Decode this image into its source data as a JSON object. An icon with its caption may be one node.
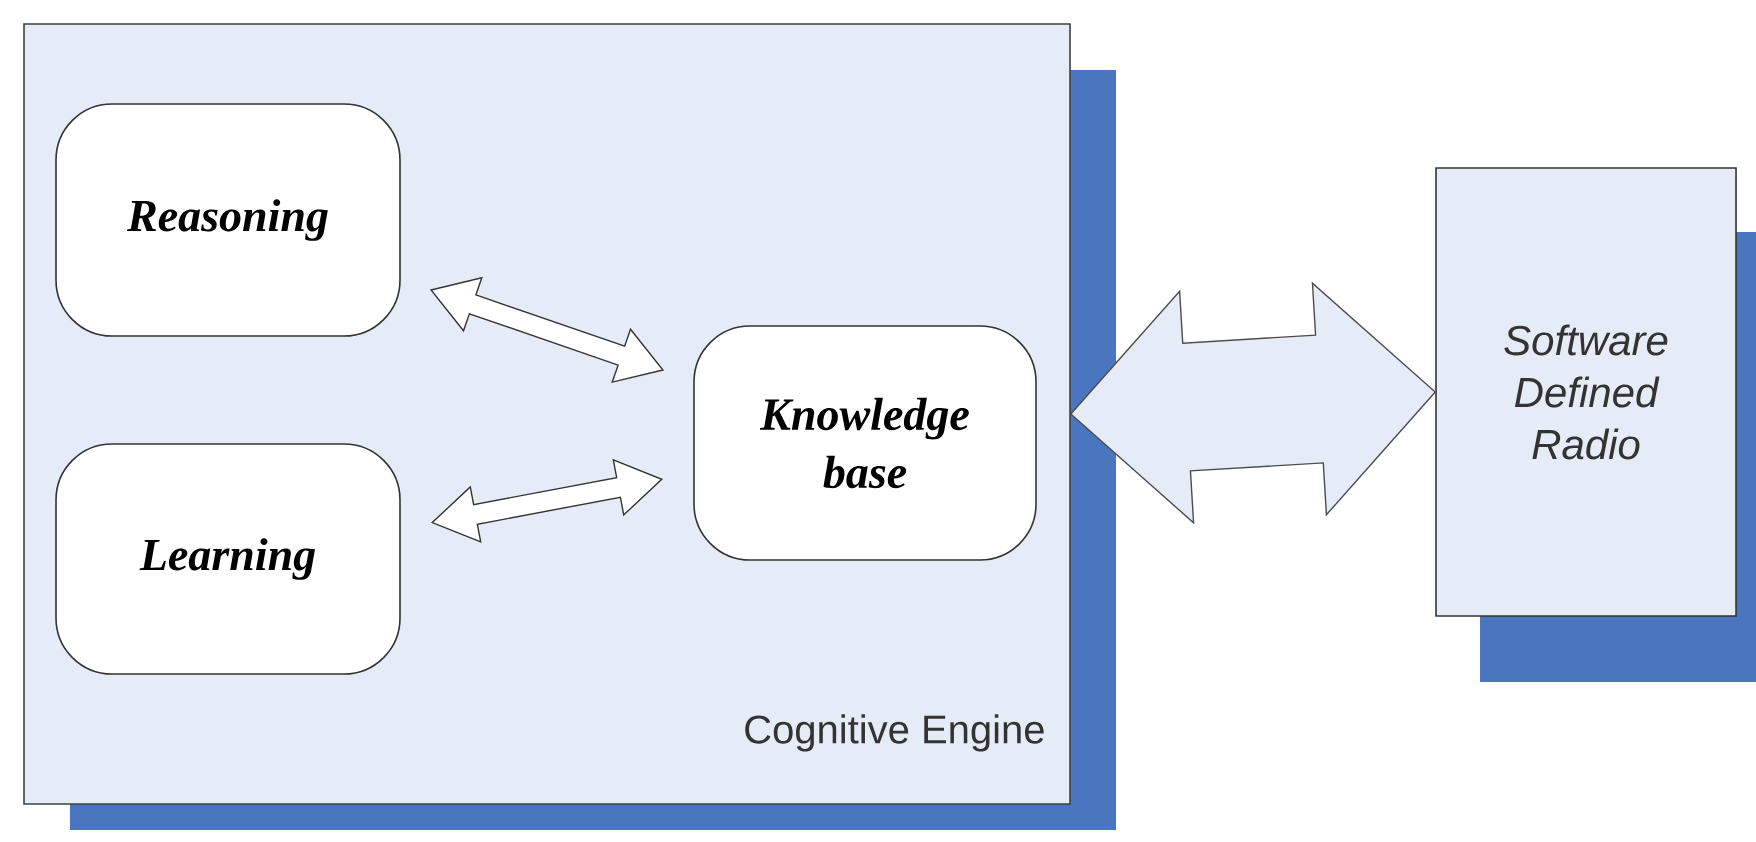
{
  "diagram": {
    "nodes": [
      {
        "text": [
          "Cognitive Engine"
        ]
      },
      {
        "text": [
          "Reasoning"
        ],
        "in": 0
      },
      {
        "text": [
          "Learning"
        ],
        "in": 0
      },
      {
        "text": [
          "Knowledge base"
        ],
        "in": 0
      },
      {
        "text": [
          "Software Defined Radio"
        ]
      }
    ],
    "edges": [
      {
        "from": 1,
        "to": 3,
        "arrow": "both"
      },
      {
        "from": 2,
        "to": 3,
        "arrow": "both"
      },
      {
        "from": 0,
        "to": 4,
        "arrow": "both",
        "style": "thick"
      }
    ]
  }
}
